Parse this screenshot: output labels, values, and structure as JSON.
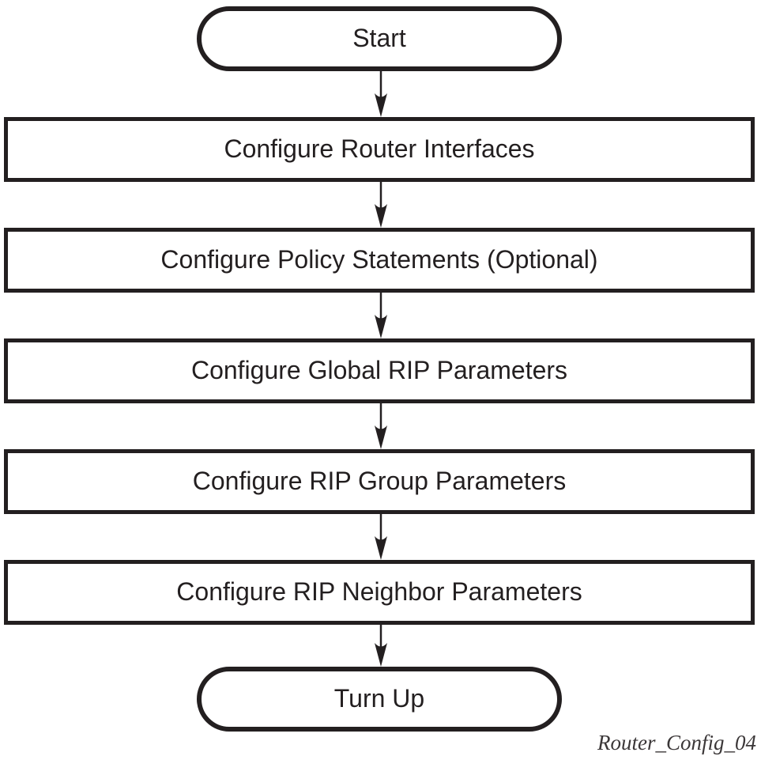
{
  "flowchart": {
    "start": {
      "label": "Start"
    },
    "steps": [
      {
        "label": "Configure Router Interfaces"
      },
      {
        "label": "Configure Policy Statements (Optional)"
      },
      {
        "label": "Configure Global RIP Parameters"
      },
      {
        "label": "Configure RIP Group Parameters"
      },
      {
        "label": "Configure RIP Neighbor Parameters"
      }
    ],
    "end": {
      "label": "Turn Up"
    },
    "caption": "Router_Config_04",
    "colors": {
      "ink": "#231f20",
      "background": "#ffffff"
    }
  }
}
